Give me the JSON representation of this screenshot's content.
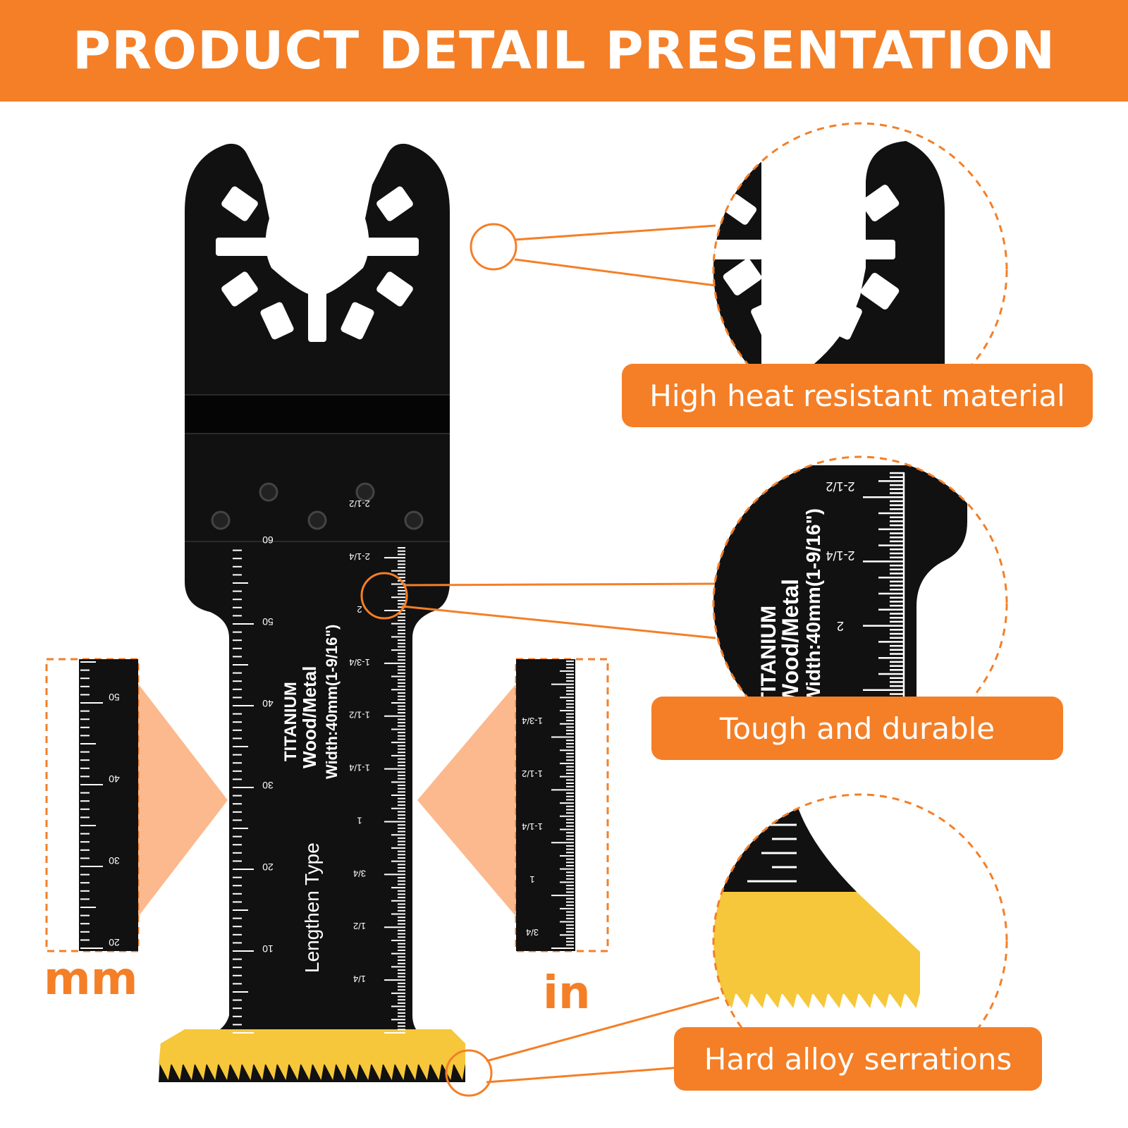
{
  "header": {
    "title": "PRODUCT DETAIL PRESENTATION"
  },
  "features": [
    {
      "label": "High heat resistant material"
    },
    {
      "label": "Tough and durable"
    },
    {
      "label": "Hard alloy serrations"
    }
  ],
  "blade": {
    "brand": "TITANIUM",
    "material": "Wood/Metal",
    "width_text": "Width:40mm(1-9/16\")",
    "type_text": "Lengthen Type",
    "mm_scale_labels": [
      "10",
      "20",
      "30",
      "40",
      "50",
      "60"
    ],
    "inch_scale_labels": [
      "1/4",
      "1/2",
      "3/4",
      "1",
      "1-1/4",
      "1-1/2",
      "1-3/4",
      "2",
      "2-1/4",
      "2-1/2"
    ]
  },
  "units": {
    "metric": "mm",
    "imperial": "in"
  },
  "colors": {
    "accent": "#f47f27",
    "accent_light": "#fbb98d",
    "blade": "#111111",
    "teeth": "#f6c73b"
  }
}
